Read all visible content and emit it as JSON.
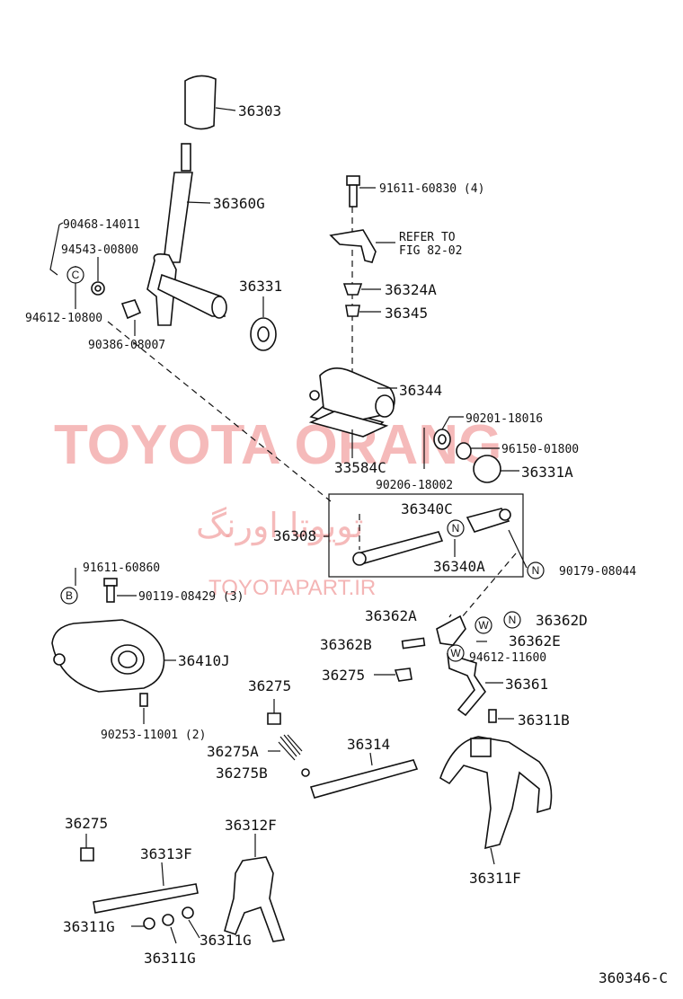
{
  "watermark": {
    "brand": "TOYOTA ORANG",
    "persian": "تویوتا اورنگ",
    "site": "TOYOTAPART.IR"
  },
  "diagram_code": "360346-C",
  "refer_note": {
    "line1": "REFER TO",
    "line2": "FIG 82-02"
  },
  "parts": {
    "p36303": "36303",
    "p36360G": "36360G",
    "p90468": "90468-14011",
    "p94543": "94543-00800",
    "p94612_10800": "94612-10800",
    "p90386": "90386-08007",
    "p36331": "36331",
    "p91611_60830": "91611-60830 (4)",
    "p36324A": "36324A",
    "p36345": "36345",
    "p36344": "36344",
    "p90201": "90201-18016",
    "p96150": "96150-01800",
    "p36331A": "36331A",
    "p33584C": "33584C",
    "p90206": "90206-18002",
    "p36340C": "36340C",
    "p36308": "36308",
    "p36340A": "36340A",
    "p90179": "90179-08044",
    "p91611_60860": "91611-60860",
    "p90119": "90119-08429 (3)",
    "p36362A": "36362A",
    "p36362D": "36362D",
    "p36362B": "36362B",
    "p36362E": "36362E",
    "p94612_11600": "94612-11600",
    "p36410J": "36410J",
    "p36275_a": "36275",
    "p36275_b": "36275",
    "p36361": "36361",
    "p90253": "90253-11001 (2)",
    "p36311B": "36311B",
    "p36275A": "36275A",
    "p36314": "36314",
    "p36275B": "36275B",
    "p36275_c": "36275",
    "p36312F": "36312F",
    "p36313F": "36313F",
    "p36311F": "36311F",
    "p36311G_a": "36311G",
    "p36311G_b": "36311G",
    "p36311G_c": "36311G"
  },
  "marks": {
    "c": "C",
    "n1": "N",
    "n2": "N",
    "n3": "N",
    "b": "B",
    "w1": "W",
    "w2": "W"
  }
}
